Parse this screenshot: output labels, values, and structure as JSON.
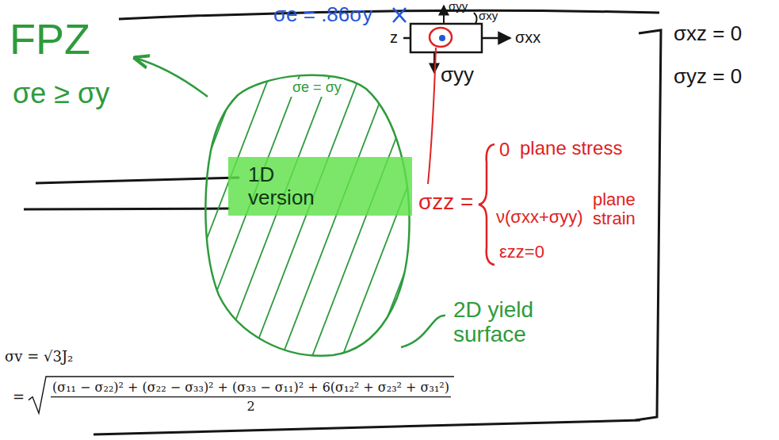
{
  "diagram": {
    "nodes": [
      {
        "text": [
          "σe = σy"
        ]
      },
      {
        "text": [
          "1D version"
        ],
        "in": 0
      }
    ],
    "labels": [
      "FPZ",
      "σe ≥ σy",
      "σe = .86σy",
      "σyy",
      "σxy",
      "σxx",
      "z",
      "σyy",
      "σzz =",
      "0",
      "plane stress",
      "ν(σxx+σyy)",
      "plane strain",
      "εzz=0",
      "σxz = 0",
      "σyz = 0",
      "2D yield surface",
      "σv = √3J₂",
      "=",
      "(σ₁₁ − σ₂₂)² + (σ₂₂ − σ₃₃)² + (σ₃₃ − σ₁₁)² + 6(σ₁₂² + σ₂₃² + σ₃₁²)",
      "2"
    ]
  }
}
